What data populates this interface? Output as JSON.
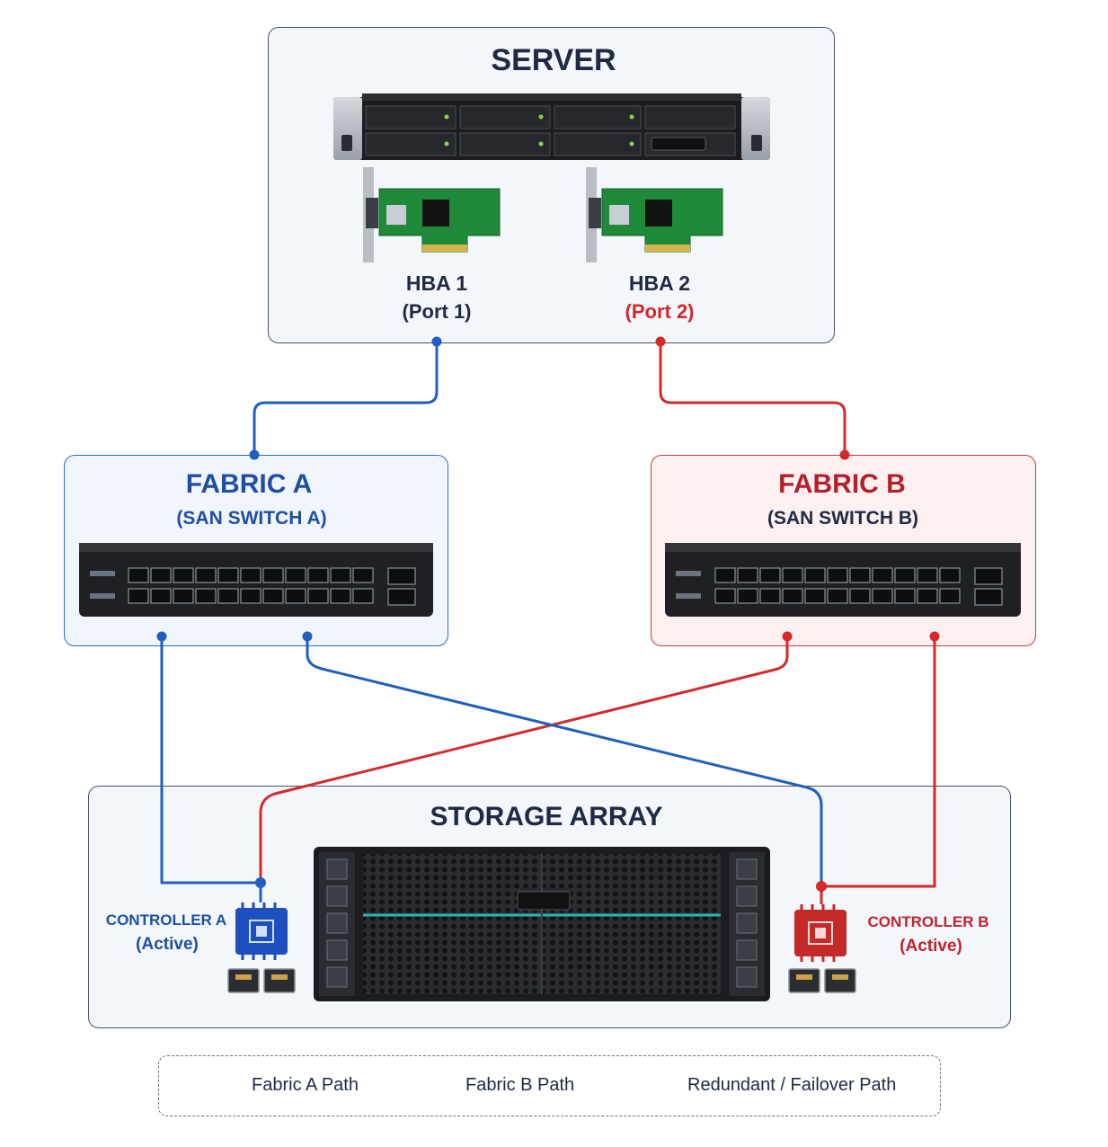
{
  "server": {
    "title": "SERVER",
    "hba1": {
      "label": "HBA 1",
      "port": "(Port 1)"
    },
    "hba2": {
      "label": "HBA 2",
      "port": "(Port 2)"
    }
  },
  "fabric_a": {
    "title": "FABRIC A",
    "subtitle": "(SAN SWITCH A)",
    "color": "#1f5fbf"
  },
  "fabric_b": {
    "title": "FABRIC B",
    "subtitle": "(SAN SWITCH B)",
    "color": "#d42a2a"
  },
  "storage": {
    "title": "STORAGE ARRAY",
    "controller_a": {
      "label": "CONTROLLER A",
      "status": "(Active)"
    },
    "controller_b": {
      "label": "CONTROLLER B",
      "status": "(Active)"
    }
  },
  "legend": {
    "items": [
      {
        "label": "Fabric A Path"
      },
      {
        "label": "Fabric B Path"
      },
      {
        "label": "Redundant / Failover Path"
      }
    ]
  },
  "icons": [
    "server-chassis-icon",
    "hba-card-icon",
    "san-switch-icon",
    "storage-enclosure-icon",
    "cpu-chip-icon",
    "ethernet-port-icon"
  ]
}
